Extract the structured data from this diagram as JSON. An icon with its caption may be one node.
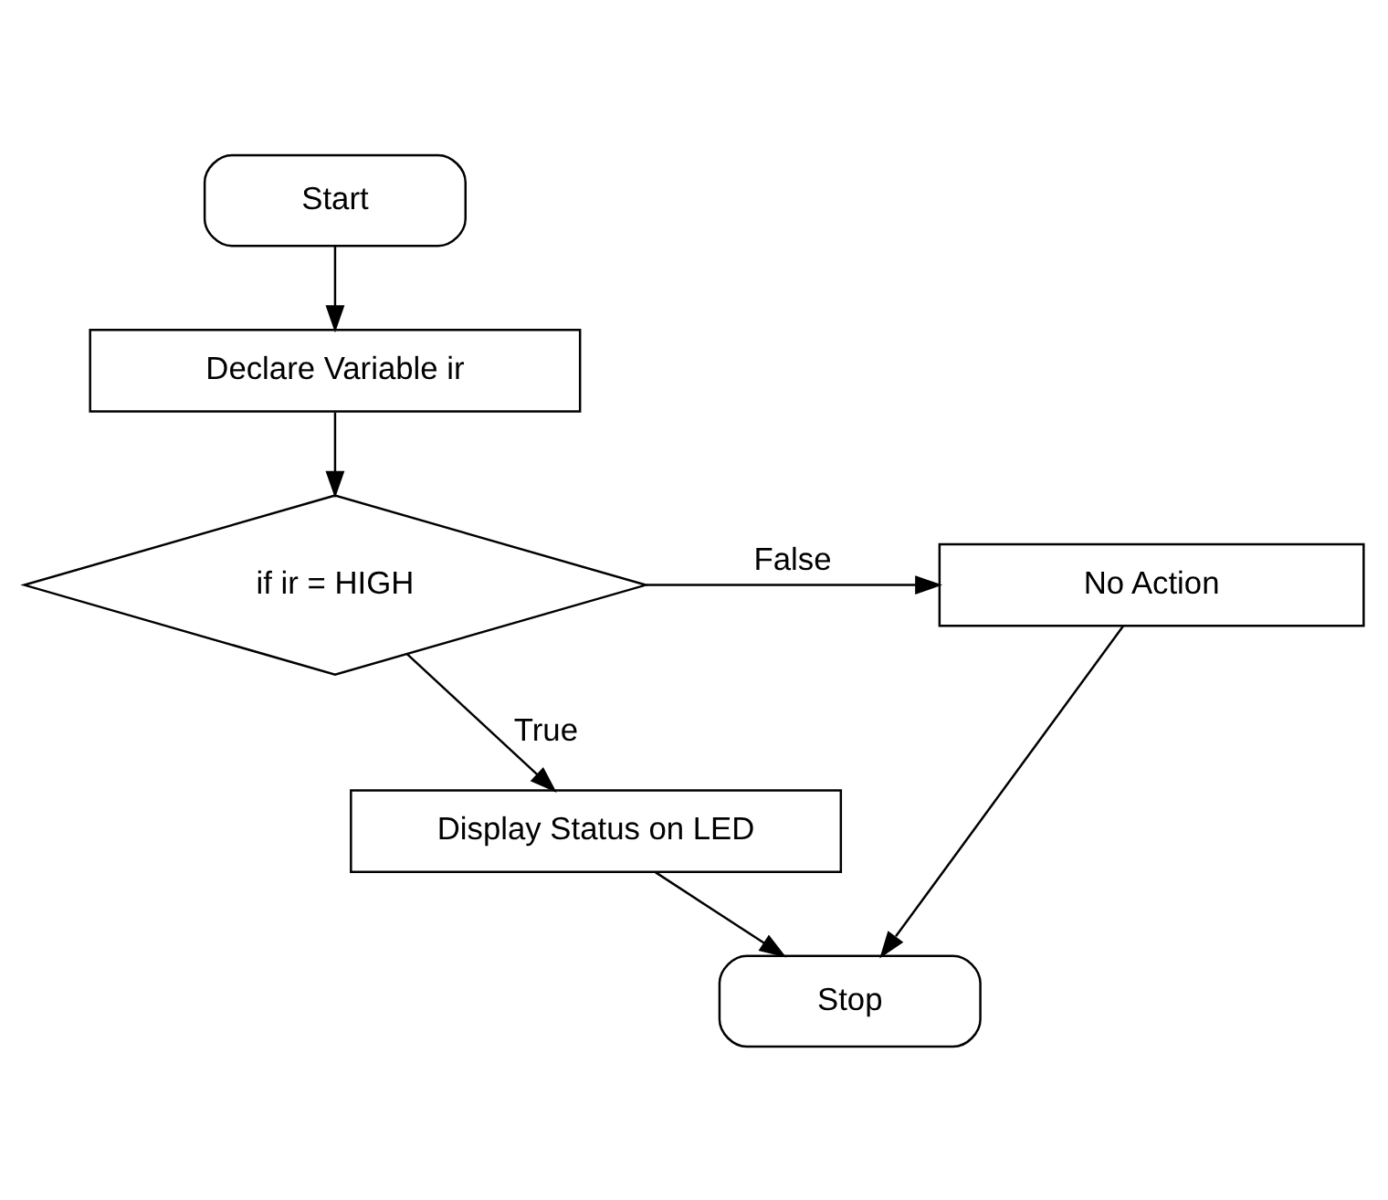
{
  "diagram": {
    "nodes": [
      {
        "text": [
          "Start"
        ]
      },
      {
        "text": [
          "Declare Variable ir"
        ]
      },
      {
        "text": [
          "if ir = HIGH"
        ]
      },
      {
        "text": [
          "No Action"
        ]
      },
      {
        "text": [
          "Display Status on LED"
        ]
      },
      {
        "text": [
          "Stop"
        ]
      }
    ],
    "edges": [
      {
        "from": 0,
        "to": 1,
        "arrow": "to"
      },
      {
        "from": 1,
        "to": 2,
        "arrow": "to"
      },
      {
        "from": 2,
        "to": 3,
        "arrow": "to",
        "label": "False"
      },
      {
        "from": 2,
        "to": 4,
        "arrow": "to",
        "label": "True"
      },
      {
        "from": 4,
        "to": 5,
        "arrow": "to"
      },
      {
        "from": 3,
        "to": 5,
        "arrow": "to"
      }
    ]
  }
}
